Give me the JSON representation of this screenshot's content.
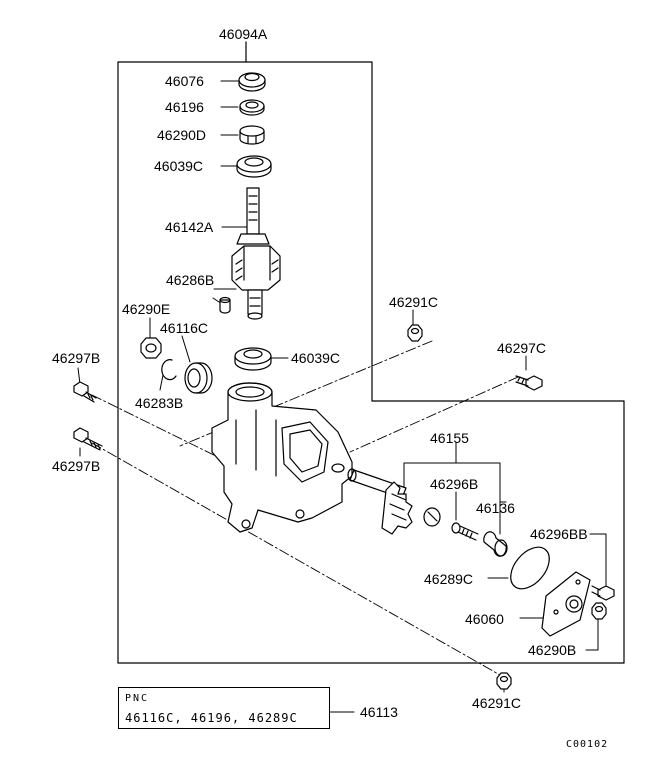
{
  "labels": {
    "assembly": "46094A",
    "p46076": "46076",
    "p46196": "46196",
    "p46290D": "46290D",
    "p46039C_top": "46039C",
    "p46142A": "46142A",
    "p46286B": "46286B",
    "p46290E": "46290E",
    "p46116C": "46116C",
    "p46039C_mid": "46039C",
    "p46291C_top": "46291C",
    "p46297B_top": "46297B",
    "p46283B": "46283B",
    "p46297C": "46297C",
    "p46297B_bottom": "46297B",
    "p46155": "46155",
    "p46296B": "46296B",
    "p46136": "46136",
    "p46296BB": "46296BB",
    "p46289C": "46289C",
    "p46060": "46060",
    "p46290B": "46290B",
    "p46291C_bottom": "46291C",
    "p46113": "46113"
  },
  "note": {
    "title": "PNC",
    "parts": "46116C, 46196, 46289C"
  },
  "code": "C00102",
  "colors": {
    "line": "#000000",
    "background": "#ffffff"
  }
}
